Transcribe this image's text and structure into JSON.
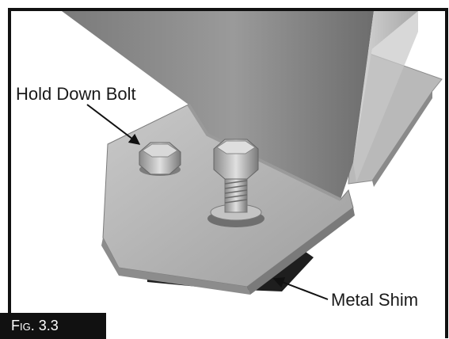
{
  "labels": {
    "hold_down_bolt": "Hold Down Bolt",
    "metal_shim": "Metal Shim"
  },
  "figure": {
    "caption": "Fig. 3.3"
  },
  "colors": {
    "frame": "#111111",
    "plate": "#b4b4b4",
    "steel": "#8f8f8f",
    "shim": "#1e1e1e",
    "caption_bg": "#111111",
    "caption_text": "#ffffff"
  }
}
